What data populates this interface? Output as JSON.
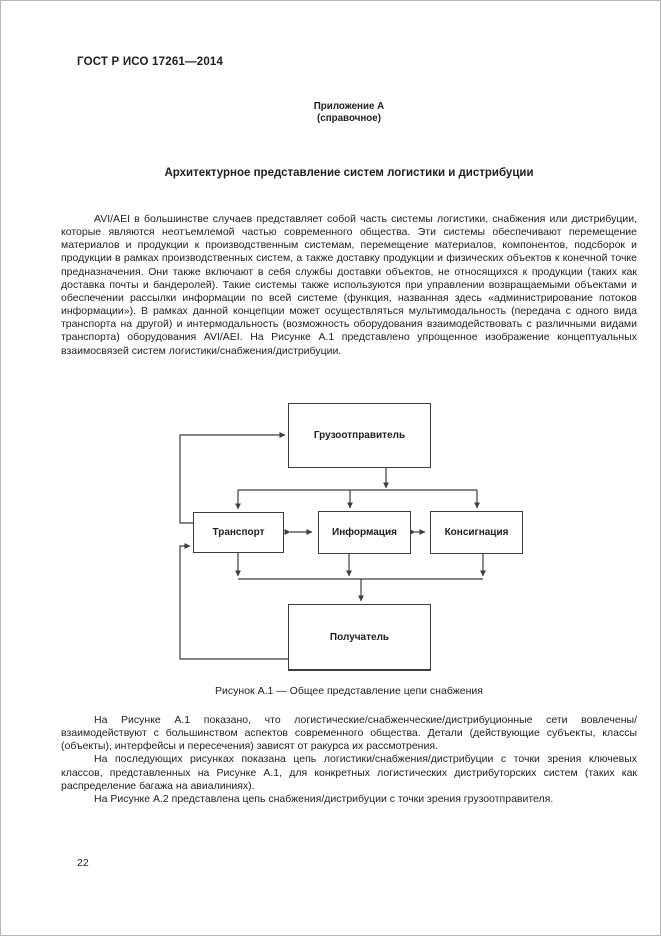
{
  "page": {
    "header": "ГОСТ Р ИСО 17261—2014",
    "number": "22"
  },
  "appendix": {
    "label": "Приложение А",
    "kind": "(справочное)",
    "title": "Архитектурное представление систем логистики и дистрибуции"
  },
  "body": {
    "p1": "AVI/AEI в большинстве случаев представляет собой часть системы логистики, снабжения или дистрибуции, которые являются неотъемлемой частью современного общества. Эти системы обеспечивают перемещение материалов и продукции к производственным системам, перемещение материалов, компонентов, подсборок и продукции в рамках производственных систем, а также доставку продукции и физических объектов к конечной точке предназначения. Они также включают в себя службы доставки объектов, не относящихся к продукции (таких как доставка почты и бандеролей). Такие системы также используются при управлении возвращаемыми объектами и обеспечении рассылки информации по всей системе (функция, названная здесь «администрирование потоков информации»). В рамках данной концепции может осуществляться мультимодальность (передача с одного вида транспорта на другой) и интермодальность (возможность оборудования взаимодействовать с различными видами транспорта) оборудования AVI/AEI. На Рисунке А.1 представлено упрощенное изображение концептуальных взаимосвязей систем логистики/снабжения/дистрибуции.",
    "p2": "На Рисунке А.1 показано, что логистические/снабженческие/дистрибуционные сети вовлечены/взаимодействуют с большинством аспектов современного общества. Детали (действующие субъекты, классы (объекты), интерфейсы и пересечения) зависят от ракурса их рассмотрения.",
    "p3": "На последующих рисунках показана цепь логистики/снабжения/дистрибуции с точки зрения ключевых классов, представленных на Рисунке А.1, для конкретных логистических дистрибуторских систем (таких как распределение багажа на авиалиниях).",
    "p4": "На Рисунке А.2 представлена цепь снабжения/дистрибуции с точки зрения грузоотправителя."
  },
  "figure": {
    "caption": "Рисунок А.1 — Общее представление цепи снабжения",
    "nodes": [
      {
        "id": "shipper",
        "label": "Грузоотправитель"
      },
      {
        "id": "transport",
        "label": "Транспорт"
      },
      {
        "id": "information",
        "label": "Информация"
      },
      {
        "id": "consignment",
        "label": "Консигнация"
      },
      {
        "id": "receiver",
        "label": "Получатель"
      }
    ],
    "edges": [
      {
        "from": "shipper",
        "to": "transport"
      },
      {
        "from": "shipper",
        "to": "information"
      },
      {
        "from": "shipper",
        "to": "consignment"
      },
      {
        "from": "transport",
        "to": "information",
        "bidirectional": true
      },
      {
        "from": "information",
        "to": "consignment",
        "bidirectional": true
      },
      {
        "from": "transport",
        "to": "receiver"
      },
      {
        "from": "information",
        "to": "receiver"
      },
      {
        "from": "consignment",
        "to": "receiver"
      },
      {
        "from": "transport",
        "to": "shipper"
      },
      {
        "from": "receiver",
        "to": "transport"
      }
    ]
  },
  "colors": {
    "text": "#1f1f1f",
    "diagram_line": "#3e3e3e",
    "page_background": "#ffffff"
  }
}
